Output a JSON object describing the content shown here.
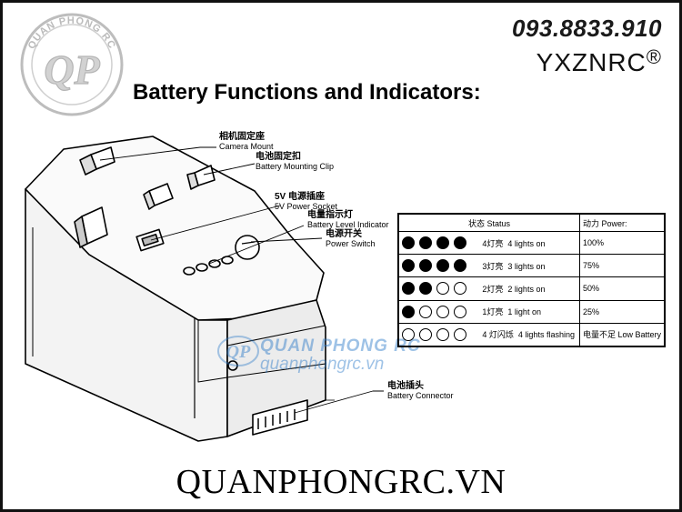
{
  "header": {
    "phone": "093.8833.910",
    "brand": "YXZNRC",
    "brand_mark": "®",
    "title": "Battery Functions and Indicators:",
    "logo_text": "QUAN PHONG RC",
    "logo_letters": "QP"
  },
  "callouts": [
    {
      "zh": "相机固定座",
      "en": "Camera Mount"
    },
    {
      "zh": "电池固定扣",
      "en": "Battery Mounting Clip"
    },
    {
      "zh": "5V 电源插座",
      "en": "5V Power Socket"
    },
    {
      "zh": "电量指示灯",
      "en": "Battery Level Indicator"
    },
    {
      "zh": "电源开关",
      "en": "Power Switch"
    },
    {
      "zh": "电池插头",
      "en": "Battery Connector"
    }
  ],
  "table": {
    "status_header": "状态   Status",
    "power_header": "动力   Power:",
    "rows": [
      {
        "lights": [
          1,
          1,
          1,
          1
        ],
        "zh": "4灯亮",
        "en": "4 lights on",
        "power": "100%"
      },
      {
        "lights": [
          1,
          1,
          1,
          1
        ],
        "zh": "3灯亮",
        "en": "3 lights on",
        "power": "75%"
      },
      {
        "lights": [
          1,
          1,
          0,
          0
        ],
        "zh": "2灯亮",
        "en": "2 lights on",
        "power": "50%"
      },
      {
        "lights": [
          1,
          0,
          0,
          0
        ],
        "zh": "1灯亮",
        "en": "1 light on",
        "power": "25%"
      },
      {
        "lights": [
          0,
          0,
          0,
          0
        ],
        "zh": "4 灯闪烁",
        "en": "4 lights flashing",
        "power": "电量不足 Low Battery"
      }
    ]
  },
  "watermark": {
    "line1": "QUAN PHONG RC",
    "line2": "quanphongrc.vn"
  },
  "footer": "QUANPHONGRC.VN"
}
